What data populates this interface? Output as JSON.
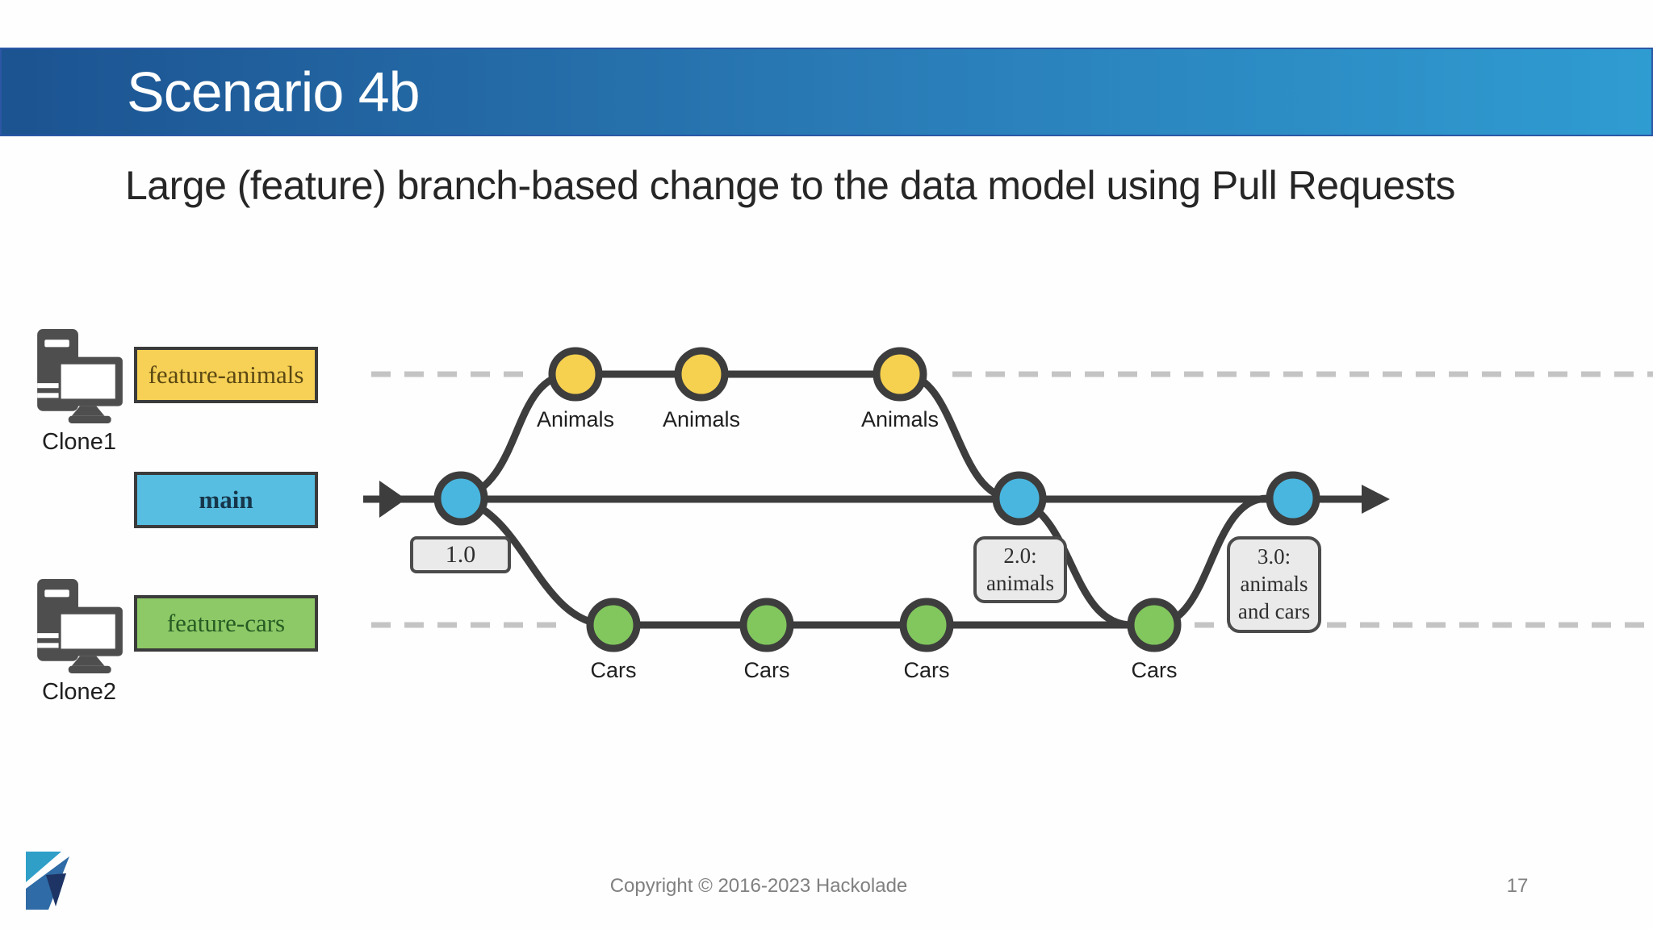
{
  "slide": {
    "title": "Scenario 4b",
    "subtitle": "Large (feature) branch-based change to the data model using Pull Requests",
    "copyright": "Copyright © 2016-2023 Hackolade",
    "page_number": "17"
  },
  "colors": {
    "header_gradient_left": "#1c5391",
    "header_gradient_right": "#2f9cd1",
    "header_border": "#2b57a5",
    "branch_main_fill": "#57bee1",
    "branch_animals_fill": "#f6d155",
    "branch_cars_fill": "#8dc967",
    "commit_main_fill": "#49b6df",
    "commit_animals_fill": "#f6d04f",
    "commit_cars_fill": "#82c75e",
    "graph_line": "#3d3d3d",
    "dashed_line": "#c4c4c4",
    "version_box_fill": "#eaeaea",
    "footer_text": "#808080"
  },
  "icons": {
    "clone": "desktop-computer-icon",
    "logo": "hackolade-logo"
  },
  "clones": [
    {
      "label": "Clone1"
    },
    {
      "label": "Clone2"
    }
  ],
  "branch_labels": [
    {
      "name": "feature-animals"
    },
    {
      "name": "main"
    },
    {
      "name": "feature-cars"
    }
  ],
  "graph": {
    "version_labels": [
      {
        "lines": [
          "1.0"
        ]
      },
      {
        "lines": [
          "2.0:",
          "animals"
        ]
      },
      {
        "lines": [
          "3.0:",
          "animals",
          "and cars"
        ]
      }
    ],
    "animals_commit_labels": [
      "Animals",
      "Animals",
      "Animals"
    ],
    "cars_commit_labels": [
      "Cars",
      "Cars",
      "Cars",
      "Cars"
    ]
  }
}
